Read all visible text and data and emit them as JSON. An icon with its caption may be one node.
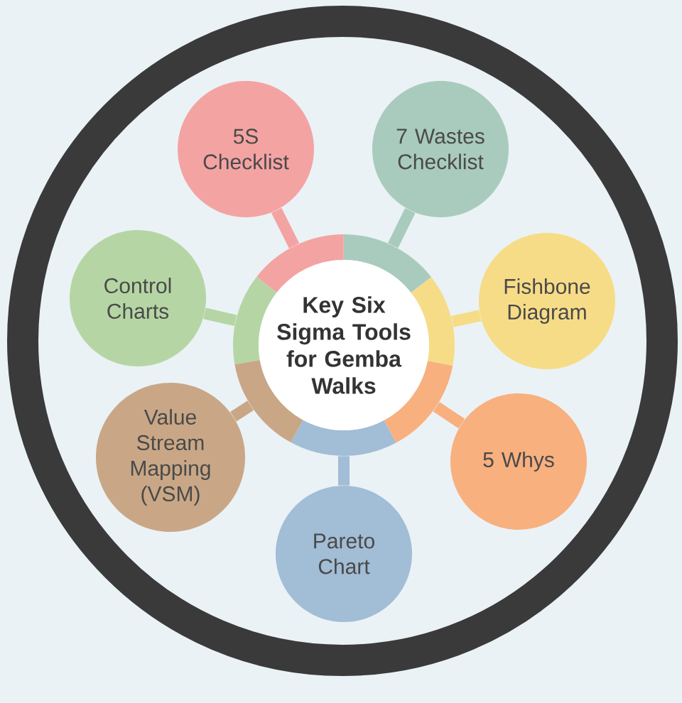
{
  "diagram": {
    "nodes": [
      {
        "text": [
          "Key Six Sigma Tools for Gemba Walks"
        ]
      },
      {
        "text": [
          "5S Checklist"
        ]
      },
      {
        "text": [
          "7 Wastes Checklist"
        ]
      },
      {
        "text": [
          "Fishbone Diagram"
        ]
      },
      {
        "text": [
          "5 Whys"
        ]
      },
      {
        "text": [
          "Pareto Chart"
        ]
      },
      {
        "text": [
          "Value Stream Mapping (VSM)"
        ]
      },
      {
        "text": [
          "Control Charts"
        ]
      }
    ],
    "edges": [
      {
        "from": 0,
        "to": 1,
        "arrow": "none",
        "color": "#f4a3a3"
      },
      {
        "from": 0,
        "to": 2,
        "arrow": "none",
        "color": "#a9cbbd"
      },
      {
        "from": 0,
        "to": 3,
        "arrow": "none",
        "color": "#f7dc87"
      },
      {
        "from": 0,
        "to": 4,
        "arrow": "none",
        "color": "#f8b07f"
      },
      {
        "from": 0,
        "to": 5,
        "arrow": "none",
        "color": "#a2bdd6"
      },
      {
        "from": 0,
        "to": 6,
        "arrow": "none",
        "color": "#c9a786"
      },
      {
        "from": 0,
        "to": 7,
        "arrow": "none",
        "color": "#b5d6a4"
      }
    ]
  }
}
